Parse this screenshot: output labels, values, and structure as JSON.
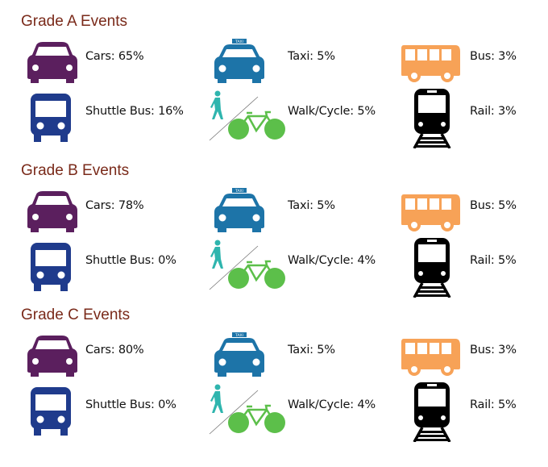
{
  "colors": {
    "title": "#7a2a1a",
    "car": "#5b1f5e",
    "taxi": "#1d74a8",
    "bus": "#f7a257",
    "shuttle": "#1f3b8c",
    "walk": "#2fb5ae",
    "cycle": "#5cbf4a",
    "rail": "#000000"
  },
  "sections": [
    {
      "title": "Grade A Events",
      "items": [
        {
          "icon": "car-icon",
          "label": "Cars: 65%"
        },
        {
          "icon": "taxi-icon",
          "label": "Taxi: 5%"
        },
        {
          "icon": "bus-icon",
          "label": "Bus: 3%"
        },
        {
          "icon": "shuttle-bus-icon",
          "label": "Shuttle Bus: 16%"
        },
        {
          "icon": "walk-cycle-icon",
          "label": "Walk/Cycle: 5%"
        },
        {
          "icon": "rail-icon",
          "label": "Rail: 3%"
        }
      ]
    },
    {
      "title": "Grade B Events",
      "items": [
        {
          "icon": "car-icon",
          "label": "Cars: 78%"
        },
        {
          "icon": "taxi-icon",
          "label": "Taxi: 5%"
        },
        {
          "icon": "bus-icon",
          "label": "Bus: 5%"
        },
        {
          "icon": "shuttle-bus-icon",
          "label": "Shuttle Bus: 0%"
        },
        {
          "icon": "walk-cycle-icon",
          "label": "Walk/Cycle: 4%"
        },
        {
          "icon": "rail-icon",
          "label": "Rail: 5%"
        }
      ]
    },
    {
      "title": "Grade C Events",
      "items": [
        {
          "icon": "car-icon",
          "label": "Cars: 80%"
        },
        {
          "icon": "taxi-icon",
          "label": "Taxi: 5%"
        },
        {
          "icon": "bus-icon",
          "label": "Bus: 3%"
        },
        {
          "icon": "shuttle-bus-icon",
          "label": "Shuttle Bus: 0%"
        },
        {
          "icon": "walk-cycle-icon",
          "label": "Walk/Cycle: 4%"
        },
        {
          "icon": "rail-icon",
          "label": "Rail: 5%"
        }
      ]
    }
  ],
  "taxi_sign": "TAXI"
}
